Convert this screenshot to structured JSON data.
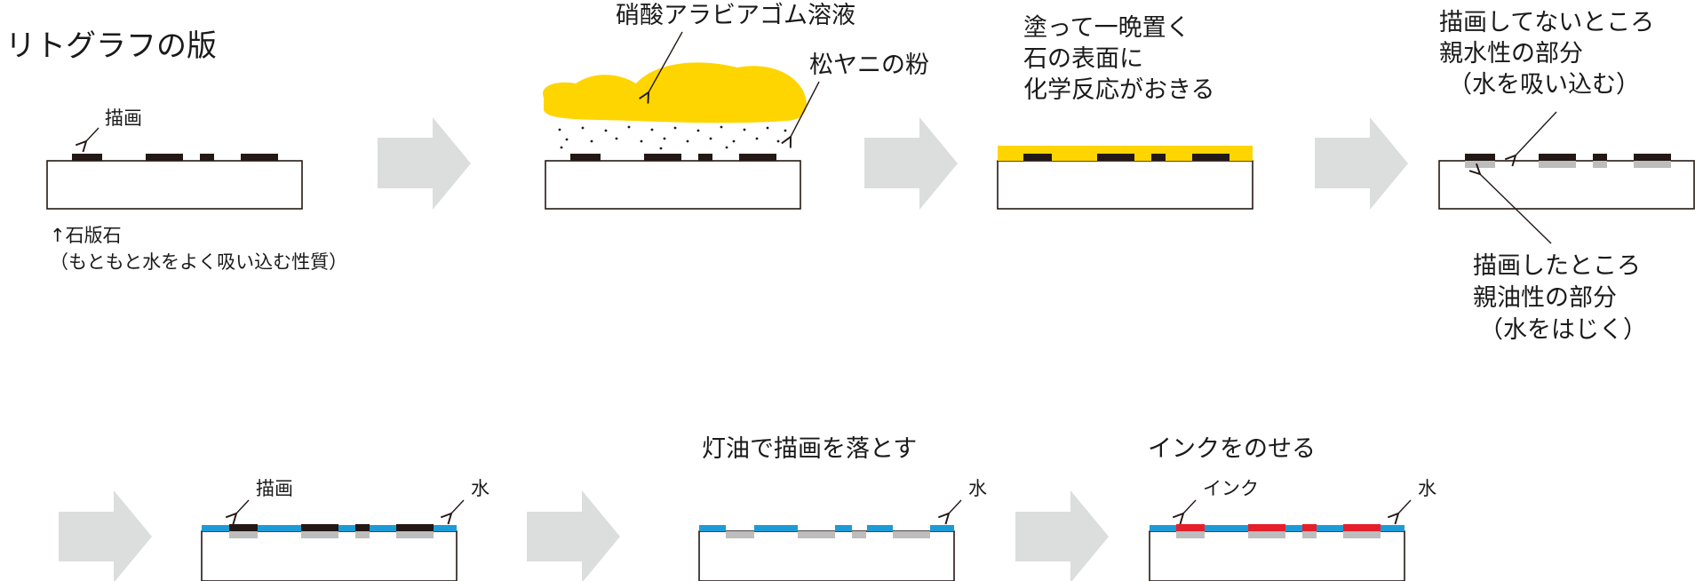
{
  "title": "リトグラフの版",
  "steps": {
    "s1": {
      "drawing": "描画",
      "stone_line1": "↑石版石",
      "stone_line2": "（もともと水をよく吸い込む性質）"
    },
    "s2": {
      "gum": "硝酸アラビアゴム溶液",
      "rosin": "松ヤニの粉"
    },
    "s3": {
      "line1": "塗って一晩置く",
      "line2": "石の表面に",
      "line3": "化学反応がおきる"
    },
    "s4": {
      "undrawn_line1": "描画してないところ",
      "undrawn_line2": "親水性の部分",
      "undrawn_line3": "（水を吸い込む）",
      "drawn_line1": "描画したところ",
      "drawn_line2": "親油性の部分",
      "drawn_line3": "（水をはじく）"
    },
    "s5": {
      "drawing": "描画",
      "water": "水"
    },
    "s6": {
      "title": "灯油で描画を落とす",
      "water": "水"
    },
    "s7": {
      "title": "インクをのせる",
      "ink": "インク",
      "water": "水"
    }
  },
  "colors": {
    "drawing": "#231815",
    "gum": "#FFD500",
    "water": "#1E9BD7",
    "ink": "#E61E2B",
    "oil_area": "#BDBDBD",
    "arrow": "#DCDDDD",
    "outline": "#231815"
  }
}
